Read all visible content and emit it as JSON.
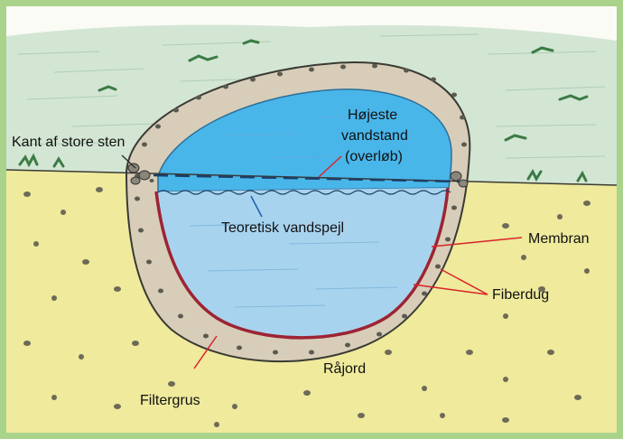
{
  "labels": {
    "kant": "Kant af store sten",
    "hojeste_line1": "Højeste",
    "hojeste_line2": "vandstand",
    "hojeste_line3": "(overløb)",
    "teoretisk": "Teoretisk vandspejl",
    "membran": "Membran",
    "fiberdug": "Fiberdug",
    "rajord": "Råjord",
    "filtergrus": "Filtergrus"
  },
  "colors": {
    "frame": "#a9d38b",
    "background": "#fbfbf6",
    "grass": "#cfe3d0",
    "soil": "#efe99a",
    "gravel": "#d8cdb8",
    "water_high": "#49b6ea",
    "water_low": "#a8d3ef",
    "membrane": "#9d2433",
    "leader_red": "#d9232a",
    "leader_blue": "#1d5ea8"
  }
}
